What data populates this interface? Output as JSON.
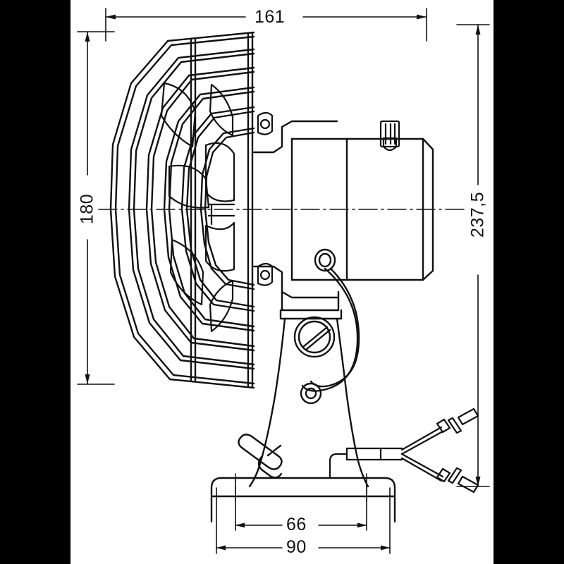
{
  "drawing": {
    "type": "technical-dimension-drawing",
    "subject": "automotive cab fan, side elevation view",
    "units": "mm",
    "line_color": "#111111",
    "background_color": "#ffffff",
    "border_color": "#000000"
  },
  "dimensions": {
    "width_top": {
      "label": "161",
      "orientation": "horizontal",
      "position": "top",
      "value": 161
    },
    "height_left": {
      "label": "180",
      "orientation": "vertical-rotated",
      "position": "left",
      "value": 180
    },
    "height_right": {
      "label": "237,5",
      "orientation": "vertical-rotated",
      "position": "right",
      "value": 237.5
    },
    "base_inner": {
      "label": "66",
      "orientation": "horizontal",
      "position": "bottom-upper",
      "value": 66
    },
    "base_outer": {
      "label": "90",
      "orientation": "horizontal",
      "position": "bottom-lower",
      "value": 90
    }
  },
  "parts": {
    "grille": "wire guard cage with concentric polygonal rings",
    "fan_blades": "impeller blades visible behind grille",
    "motor_housing": "cylindrical motor body",
    "adjust_knob": "knurled thumb knob on motor top",
    "cable_grommet": "cable exit grommet",
    "pivot_screw": "slotted tilt pivot screw",
    "cable_loop": "looped power cable",
    "stand_column": "pedestal neck",
    "base_plate": "mounting foot plate",
    "lock_lever": "swivel lock lever",
    "wire_terminals": "two spade terminal leads"
  }
}
